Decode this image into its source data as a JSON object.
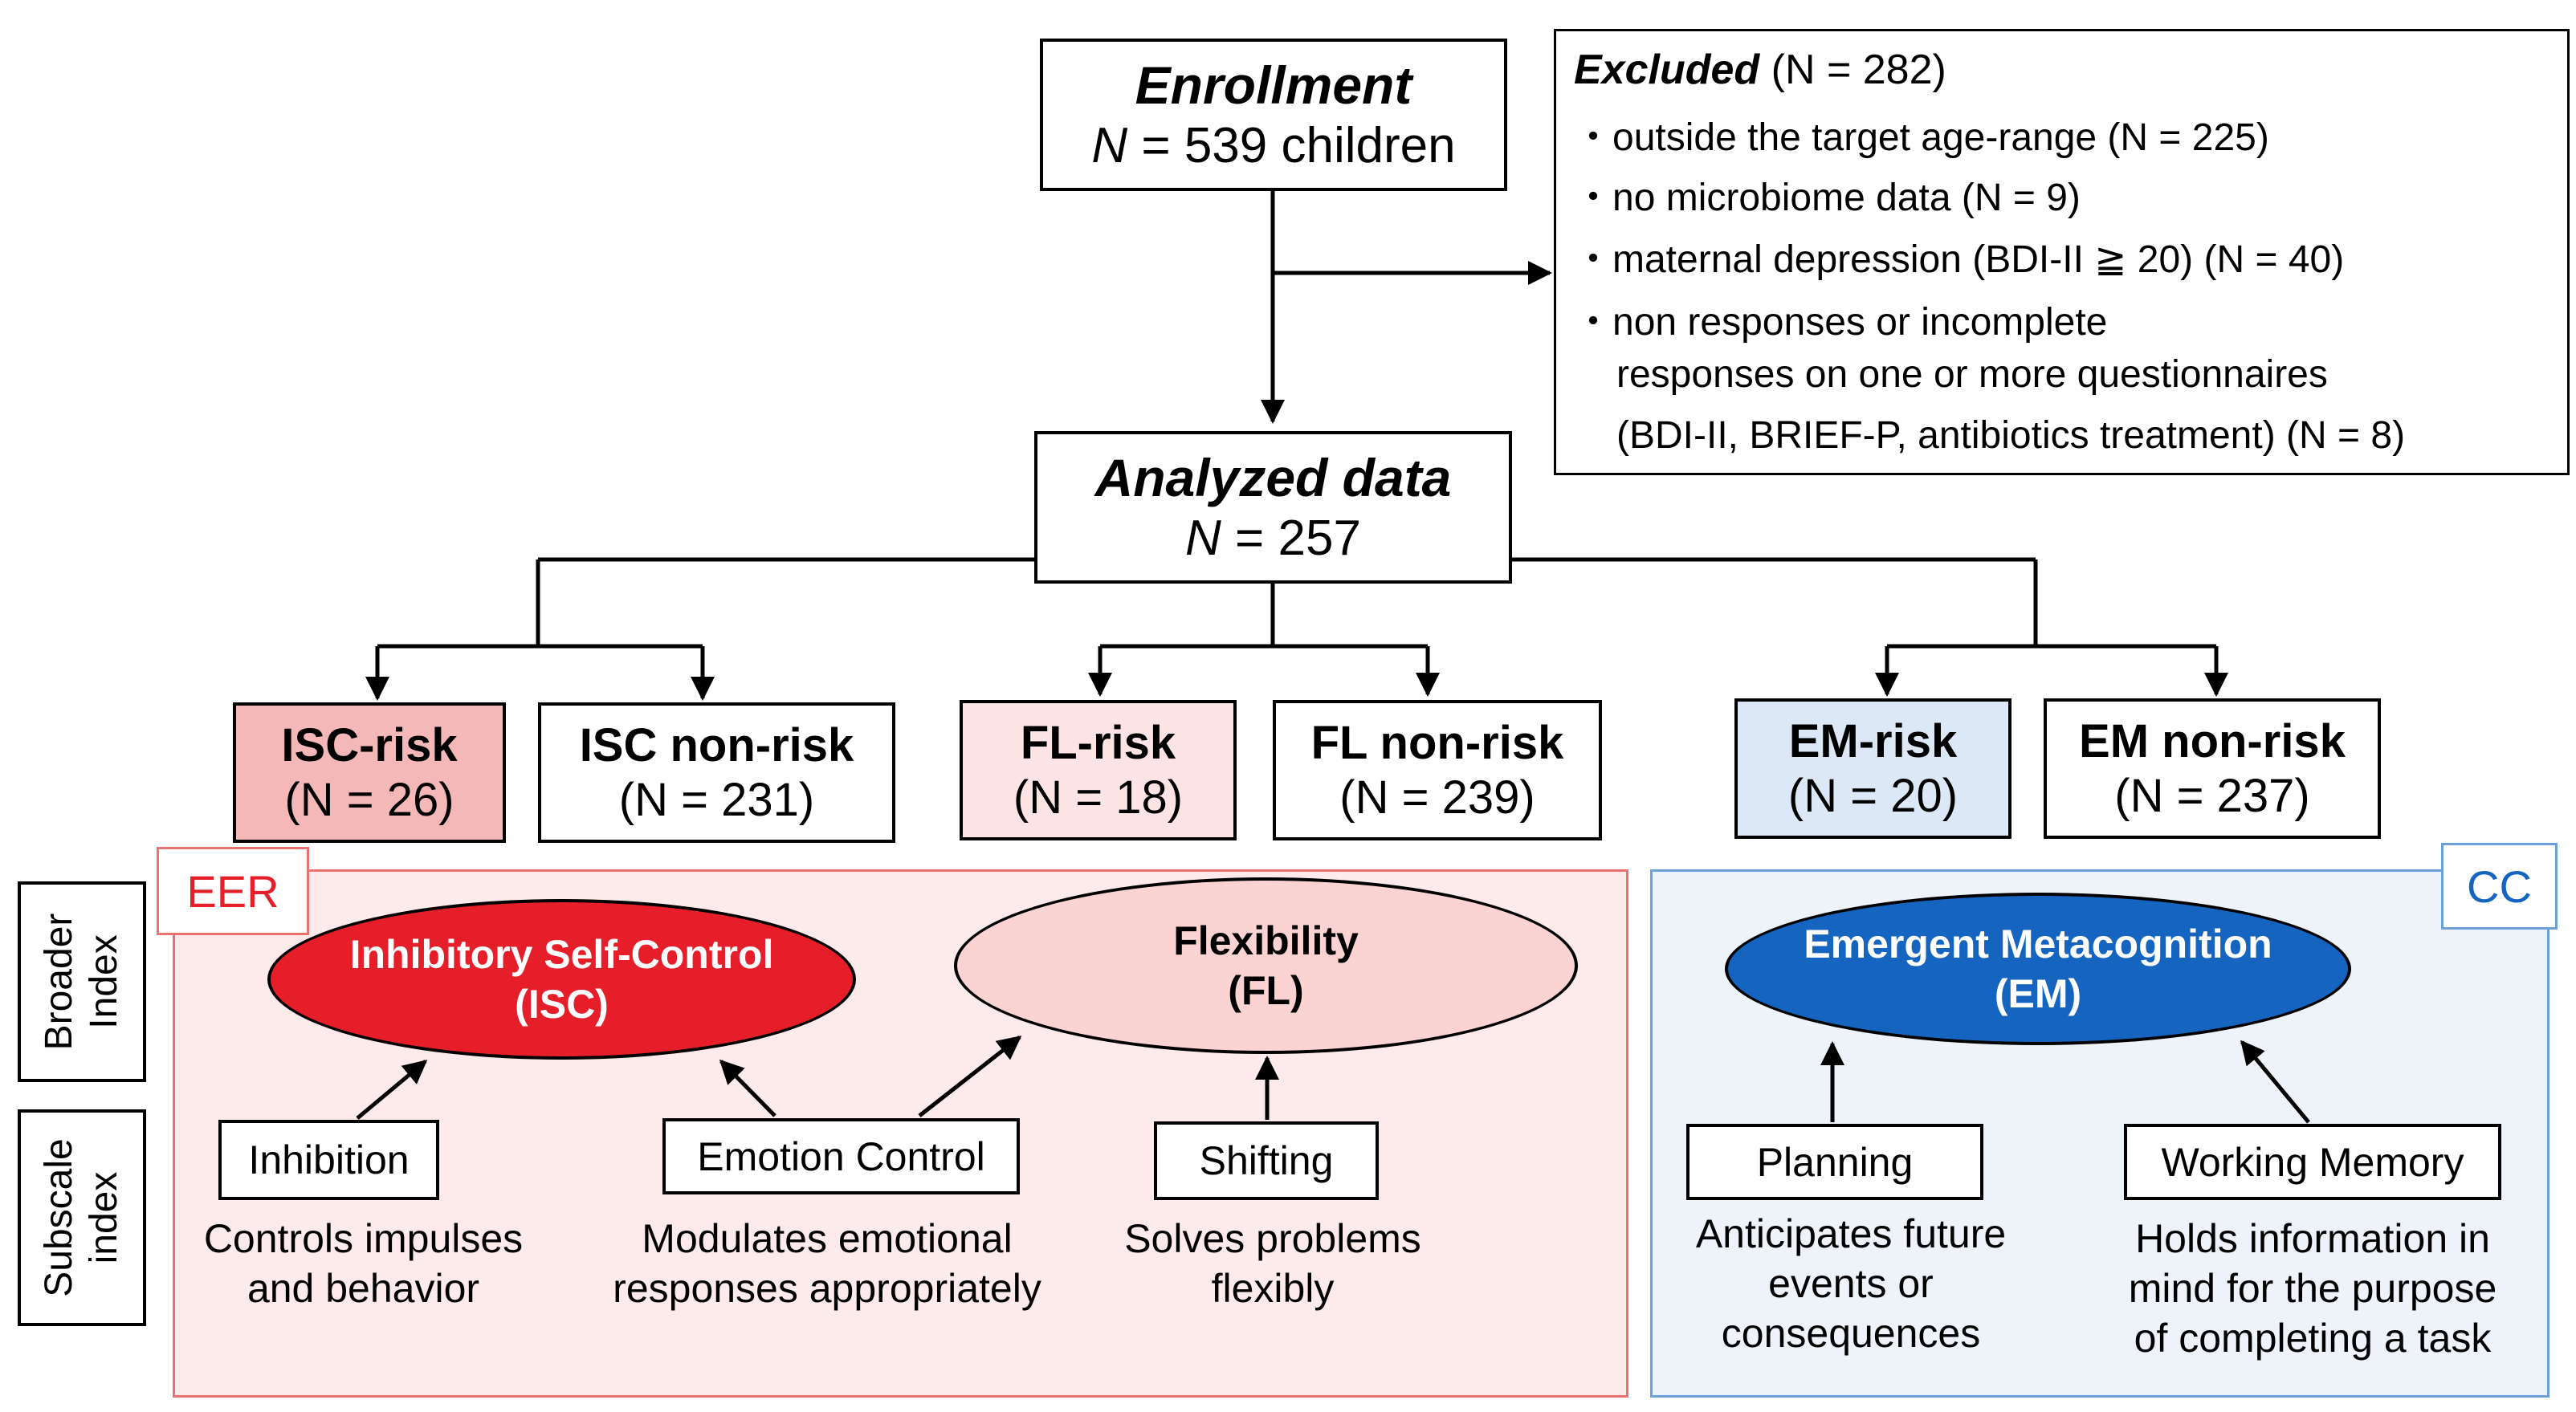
{
  "enrollment": {
    "title": "Enrollment",
    "n_label": "N",
    "n_value": " = 539 children"
  },
  "excluded": {
    "title": "Excluded",
    "n_text": " (N = 282)",
    "items": [
      "・outside the target age-range (N = 225)",
      "・no microbiome data (N = 9)",
      "・maternal depression (BDI-II ≧ 20) (N = 40)",
      "・non responses or incomplete",
      "responses on one or more questionnaires",
      "(BDI-II, BRIEF-P, antibiotics treatment) (N = 8)"
    ]
  },
  "analyzed": {
    "title": "Analyzed data",
    "n_label": "N",
    "n_value": " = 257"
  },
  "groups": [
    {
      "label": "ISC-risk",
      "n_text": "(N = 26)",
      "fill": "#f5b8b8"
    },
    {
      "label": "ISC non-risk",
      "n_text": "(N = 231)",
      "fill": "#ffffff"
    },
    {
      "label": "FL-risk",
      "n_text": "(N = 18)",
      "fill": "#fde4e4"
    },
    {
      "label": "FL non-risk",
      "n_text": "(N = 239)",
      "fill": "#ffffff"
    },
    {
      "label": "EM-risk",
      "n_text": "(N = 20)",
      "fill": "#dce8f5"
    },
    {
      "label": "EM non-risk",
      "n_text": "(N = 237)",
      "fill": "#ffffff"
    }
  ],
  "side_labels": {
    "broader": "Broader\nIndex",
    "subscale": "Subscale\nindex"
  },
  "panels": {
    "eer": {
      "tag": "EER",
      "border": "#e8726f",
      "fill": "#fdeaea"
    },
    "cc": {
      "tag": "CC",
      "border": "#6f9fd8",
      "fill": "#eef3fa"
    }
  },
  "indices": [
    {
      "line1": "Inhibitory Self-Control",
      "line2": "(ISC)",
      "fill": "#e61e2a",
      "text_color": "#ffffff"
    },
    {
      "line1": "Flexibility",
      "line2": "(FL)",
      "fill": "#fbd3d3",
      "text_color": "#000000"
    },
    {
      "line1": "Emergent Metacognition",
      "line2": "(EM)",
      "fill": "#1565c0",
      "text_color": "#ffffff"
    }
  ],
  "subscales": [
    {
      "label": "Inhibition",
      "desc1": "Controls impulses",
      "desc2": "and behavior",
      "desc3": ""
    },
    {
      "label": "Emotion Control",
      "desc1": "Modulates emotional",
      "desc2": "responses appropriately",
      "desc3": ""
    },
    {
      "label": "Shifting",
      "desc1": "Solves problems",
      "desc2": "flexibly",
      "desc3": ""
    },
    {
      "label": "Planning",
      "desc1": "Anticipates future",
      "desc2": "events or",
      "desc3": "consequences"
    },
    {
      "label": "Working Memory",
      "desc1": "Holds information in",
      "desc2": "mind for the purpose",
      "desc3": "of completing a task"
    }
  ]
}
